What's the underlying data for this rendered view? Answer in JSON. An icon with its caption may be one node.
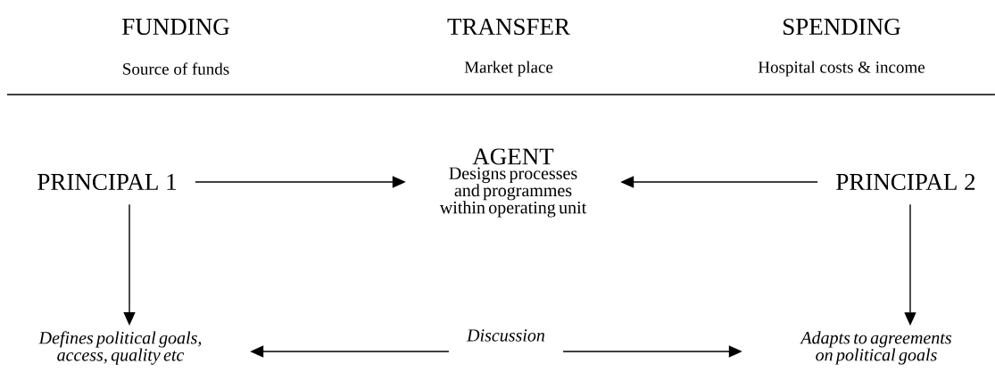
{
  "diagram": {
    "nodes": [
      {
        "text": [
          "PRINCIPAL 1"
        ]
      },
      {
        "text": [
          "AGENT",
          "Designs processes and programmes within operating unit"
        ]
      },
      {
        "text": [
          "PRINCIPAL 2"
        ]
      },
      {
        "text": [
          "Defines political goals, access, quality etc"
        ]
      },
      {
        "text": [
          "Discussion"
        ]
      },
      {
        "text": [
          "Adapts to agreements on political goals"
        ]
      }
    ],
    "edges": [
      {
        "from": 0,
        "to": 1,
        "arrow": "to"
      },
      {
        "from": 2,
        "to": 1,
        "arrow": "to"
      },
      {
        "from": 0,
        "to": 3,
        "arrow": "to"
      },
      {
        "from": 2,
        "to": 5,
        "arrow": "to"
      },
      {
        "from": 4,
        "to": 3,
        "arrow": "to"
      },
      {
        "from": 4,
        "to": 5,
        "arrow": "to"
      }
    ],
    "labels": [
      "FUNDING",
      "TRANSFER",
      "SPENDING",
      "Source of funds",
      "Market place",
      "Hospital costs & income"
    ]
  }
}
